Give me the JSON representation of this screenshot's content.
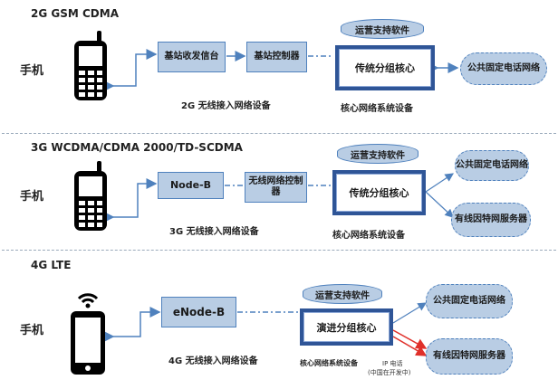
{
  "sections": [
    {
      "title": "2G GSM CDMA",
      "phone_label": "手机",
      "boxes": [
        "基站收发信台",
        "基站控制器"
      ],
      "access_caption": "2G 无线接入网络设备",
      "oss": "运营支持软件",
      "core": "传统分组核心",
      "core_caption": "核心网络系统设备",
      "clouds": [
        "公共固定电话网络"
      ]
    },
    {
      "title": "3G WCDMA/CDMA 2000/TD-SCDMA",
      "phone_label": "手机",
      "boxes": [
        "Node-B",
        "无线网络控制器"
      ],
      "access_caption": "3G 无线接入网络设备",
      "oss": "运营支持软件",
      "core": "传统分组核心",
      "core_caption": "核心网络系统设备",
      "clouds": [
        "公共固定电话网络",
        "有线因特网服务器"
      ]
    },
    {
      "title": "4G LTE",
      "phone_label": "手机",
      "boxes": [
        "eNode-B"
      ],
      "access_caption": "4G 无线接入网络设备",
      "oss": "运营支持软件",
      "core": "演进分组核心",
      "core_caption": "核心网络系统设备",
      "ip_note": "IP 电话",
      "ip_note2": "(中国在开发中)",
      "clouds": [
        "公共固定电话网络",
        "有线因特网服务器"
      ]
    }
  ],
  "colors": {
    "box_fill": "#b9cde4",
    "box_border": "#4f81bd",
    "core_border": "#2f5597",
    "arrow_blue": "#4f81bd",
    "arrow_red": "#e0302a"
  }
}
